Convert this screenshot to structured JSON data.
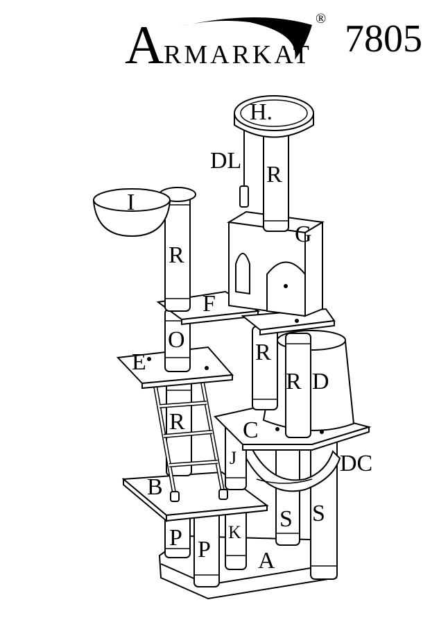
{
  "brand": {
    "name_first": "A",
    "name_rest": "RMARKAT",
    "registered": "®"
  },
  "model": "7805",
  "parts": {
    "H": "H.",
    "DL": "DL",
    "I": "I",
    "R": "R",
    "G": "G",
    "F": "F",
    "O": "O",
    "E": "E",
    "D": "D",
    "C": "C",
    "DC": "DC",
    "J": "J",
    "B": "B",
    "S": "S",
    "K": "K",
    "P": "P",
    "A": "A"
  }
}
